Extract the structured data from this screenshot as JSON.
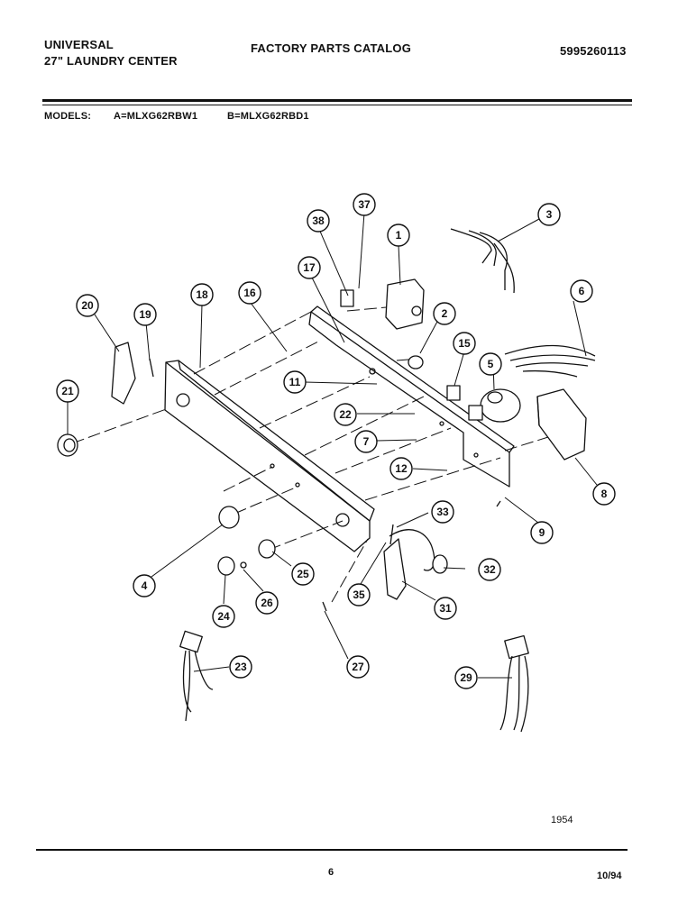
{
  "header": {
    "brand_line1": "UNIVERSAL",
    "brand_line2": "27\" LAUNDRY CENTER",
    "catalog_title": "FACTORY PARTS CATALOG",
    "catalog_number": "5995260113"
  },
  "models": {
    "label": "MODELS:",
    "model_a": "A=MLXG62RBW1",
    "model_b": "B=MLXG62RBD1"
  },
  "callouts": [
    "37",
    "38",
    "1",
    "3",
    "17",
    "18",
    "16",
    "20",
    "19",
    "2",
    "6",
    "15",
    "5",
    "11",
    "21",
    "22",
    "7",
    "12",
    "8",
    "9",
    "33",
    "4",
    "25",
    "32",
    "26",
    "24",
    "35",
    "31",
    "23",
    "27",
    "29"
  ],
  "footer": {
    "diagram_id": "1954",
    "page_number": "6",
    "date": "10/94"
  }
}
